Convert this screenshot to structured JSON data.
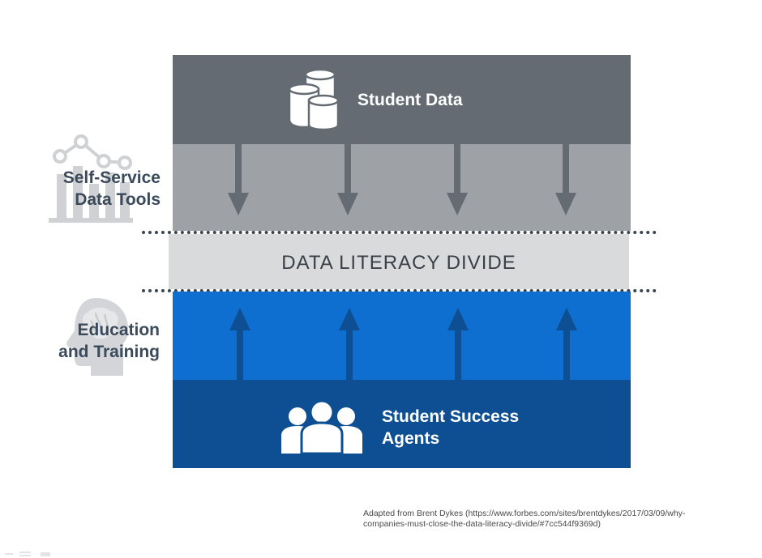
{
  "top_band": {
    "label": "Student Data",
    "icon": "database-cylinders-icon"
  },
  "left_labels": {
    "tools": {
      "line1": "Self-Service",
      "line2": "Data Tools",
      "icon": "chart-growth-icon"
    },
    "education": {
      "line1": "Education",
      "line2": "and Training",
      "icon": "head-brain-icon"
    }
  },
  "divide": {
    "label": "DATA LITERACY DIVIDE"
  },
  "bottom_band": {
    "line1": "Student Success",
    "line2": "Agents",
    "icon": "people-group-icon"
  },
  "credit": {
    "line1": "Adapted from Brent Dykes (https://www.forbes.com/sites/brentdykes/2017/03/09/why-",
    "line2": "companies-must-close-the-data-literacy-divide/#7cc544f9369d)"
  },
  "colors": {
    "top_band": "#646b72",
    "mid_gray": "#9ea1a6",
    "divide": "#d9dadb",
    "mid_blue": "#0f6fd0",
    "bottom_blue": "#0e4f93"
  }
}
